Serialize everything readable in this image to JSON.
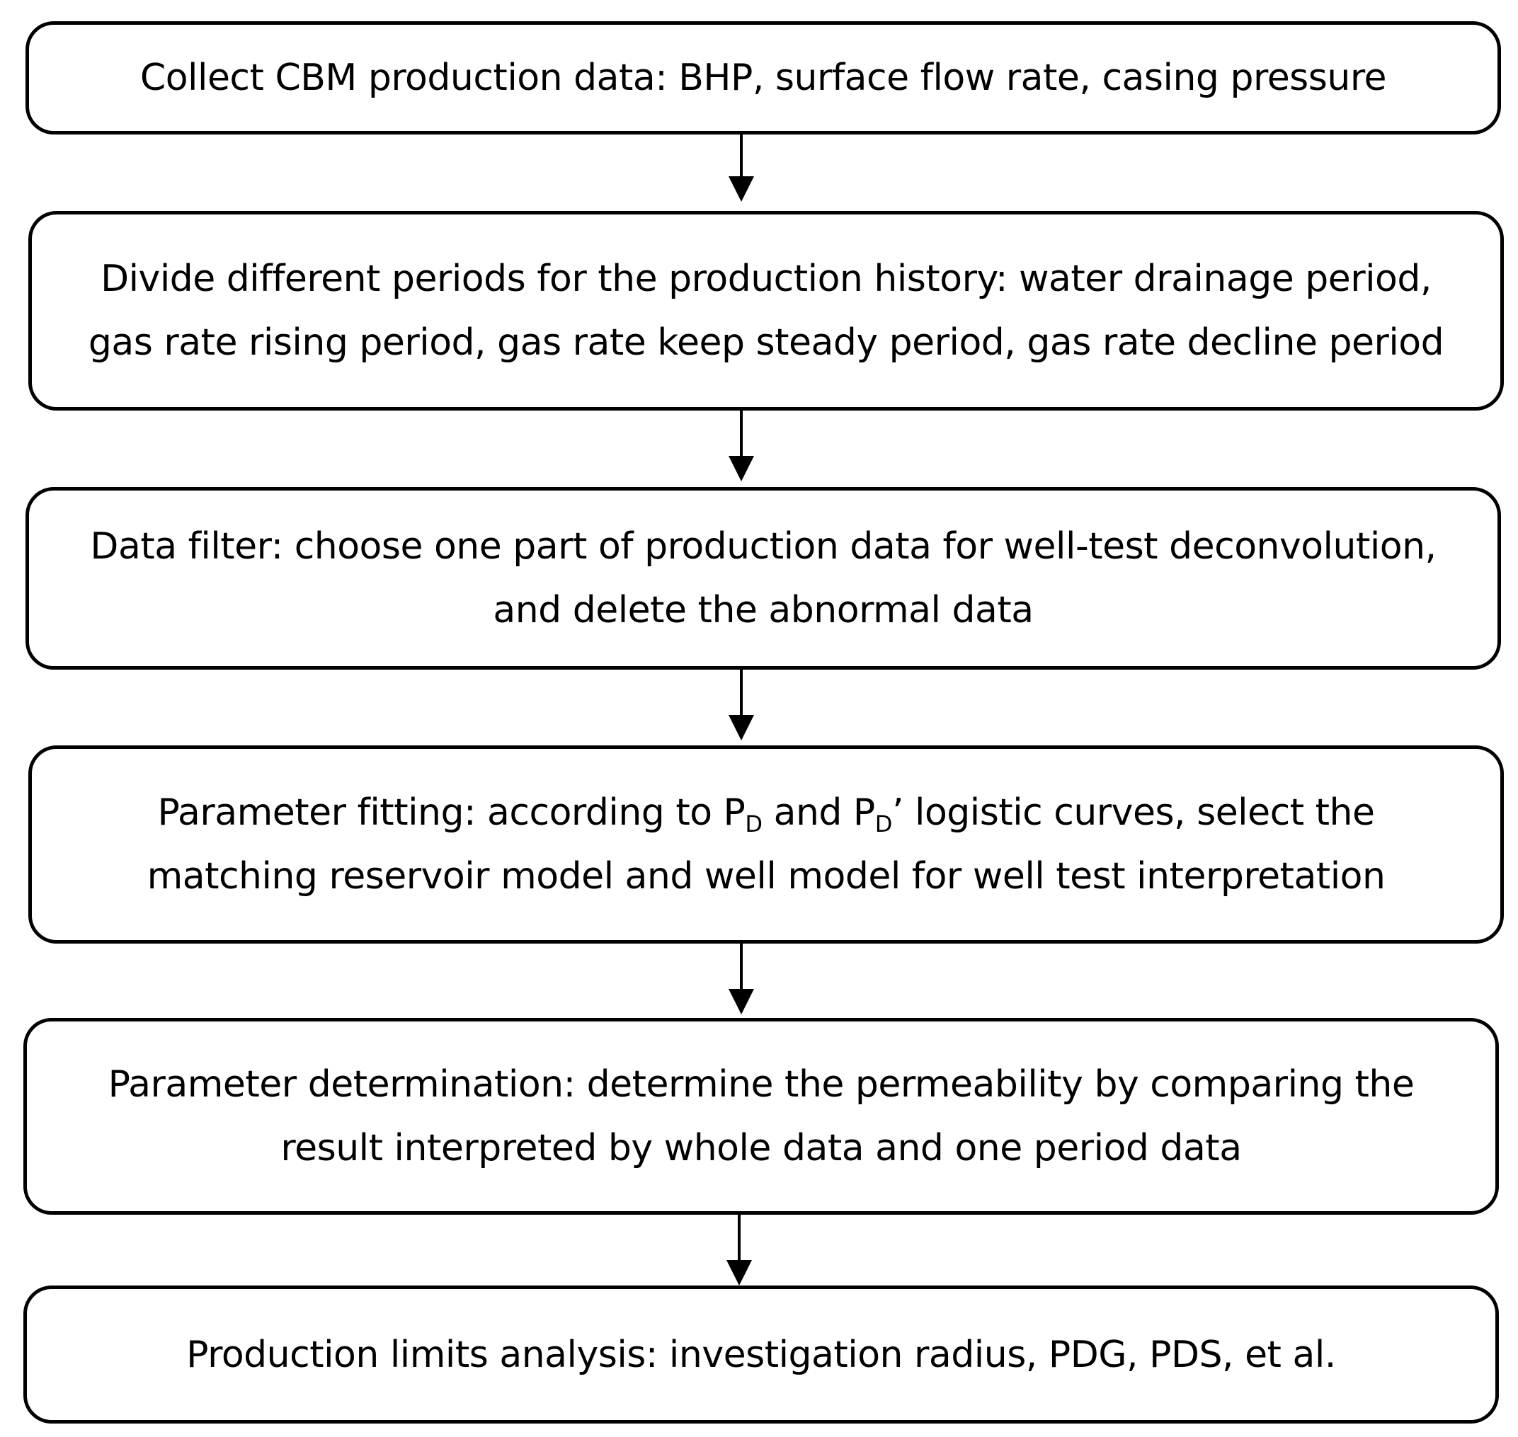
{
  "steps": [
    {
      "line1": "Collect CBM production data: BHP, surface flow rate, casing pressure"
    },
    {
      "line1": "Divide different periods for the production history: water drainage period,",
      "line2": "gas rate rising period, gas rate keep steady period, gas rate decline period"
    },
    {
      "line1": "Data filter: choose one part of production data for well-test deconvolution,",
      "line2": "and delete the abnormal data"
    },
    {
      "line1_a": "Parameter fitting: according to P",
      "sub1": "D",
      "line1_b": " and P",
      "sub2": "D",
      "line1_c": "’ logistic curves, select the",
      "line2": "matching reservoir model and well model for well test interpretation"
    },
    {
      "line1": "Parameter determination: determine the permeability by comparing the",
      "line2": "result interpreted by whole data and one period data"
    },
    {
      "line1": "Production limits analysis: investigation radius, PDG, PDS, et al."
    }
  ]
}
